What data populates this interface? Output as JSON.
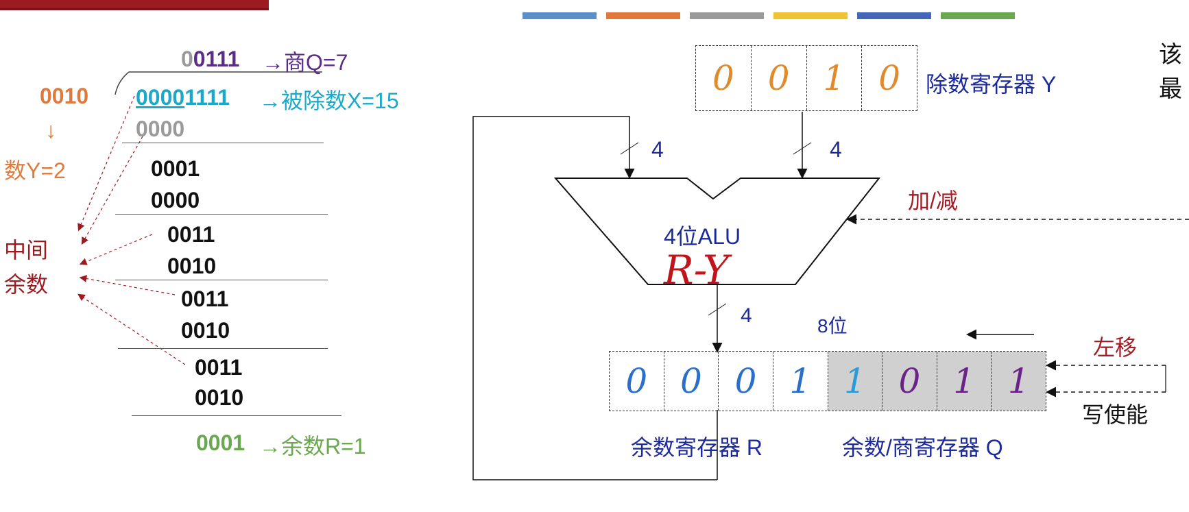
{
  "division": {
    "quotient_bits": "00111",
    "quotient_prefix": "0",
    "quotient_rest": "0111",
    "quotient_label": "→商Q=7",
    "divisor_bits": "0010",
    "divisor_arrow": "↓",
    "divisor_label": "数Y=2",
    "dividend_prefix": "0000",
    "dividend_rest": "1111",
    "dividend_label": "→被除数X=15",
    "steps": [
      "0000",
      "0001",
      "0000",
      "0011",
      "0010",
      "0011",
      "0010",
      "0011",
      "0010"
    ],
    "remainder_bits": "0001",
    "remainder_label": "→余数R=1",
    "middle_remainder_label_1": "中间",
    "middle_remainder_label_2": "余数"
  },
  "circuit": {
    "divisor_register_cells": [
      "0",
      "0",
      "1",
      "0"
    ],
    "divisor_register_label": "除数寄存器 Y",
    "bus_width_left": "4",
    "bus_width_right": "4",
    "bus_width_out": "4",
    "alu_label": "4位ALU",
    "alu_handwritten": "R-Y",
    "add_sub_label": "加/减",
    "bits_label": "8位",
    "shift_label": "左移",
    "write_enable_label": "写使能",
    "remainder_register_cells": [
      "0",
      "0",
      "0",
      "1"
    ],
    "quotient_register_cells": [
      "1",
      "0",
      "1",
      "1"
    ],
    "remainder_register_label": "余数寄存器 R",
    "quotient_register_label": "余数/商寄存器 Q",
    "right_edge_text_1": "该",
    "right_edge_text_2": "最"
  },
  "colors": {
    "strip": [
      "#5b8fc7",
      "#e07a3c",
      "#9a9a9a",
      "#f1c232",
      "#4467b8",
      "#6aa84f"
    ],
    "purple": "#5b2d86",
    "cyan": "#1aa9c9",
    "orange": "#e07a3c",
    "gray": "#9a9a9a",
    "green": "#6aa84f",
    "dark_red": "#9c1b21",
    "navy": "#1d2a9c"
  }
}
